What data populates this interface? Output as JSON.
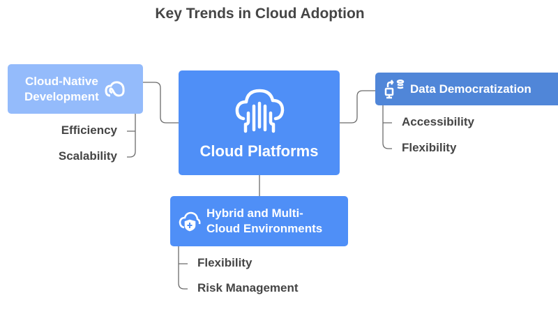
{
  "title": "Key Trends in Cloud Adoption",
  "central": {
    "label": "Cloud Platforms",
    "icon": "cloud-circuit-icon"
  },
  "branches": [
    {
      "label": "Cloud-Native Development",
      "line1": "Cloud-Native",
      "line2": "Development",
      "icon": "creative-cloud-icon",
      "color": "#94bbfb",
      "items": [
        "Efficiency",
        "Scalability"
      ]
    },
    {
      "label": "Data Democratization",
      "icon": "data-transfer-icon",
      "color": "#5086d8",
      "items": [
        "Accessibility",
        "Flexibility"
      ]
    },
    {
      "label": "Hybrid and Multi-Cloud Environments",
      "line1": "Hybrid and Multi-",
      "line2": "Cloud Environments",
      "icon": "cloud-shield-icon",
      "color": "#4f8ff7",
      "items": [
        "Flexibility",
        "Risk Management"
      ]
    }
  ],
  "colors": {
    "central": "#4f8ff7",
    "text": "#454545",
    "line": "#666666"
  }
}
